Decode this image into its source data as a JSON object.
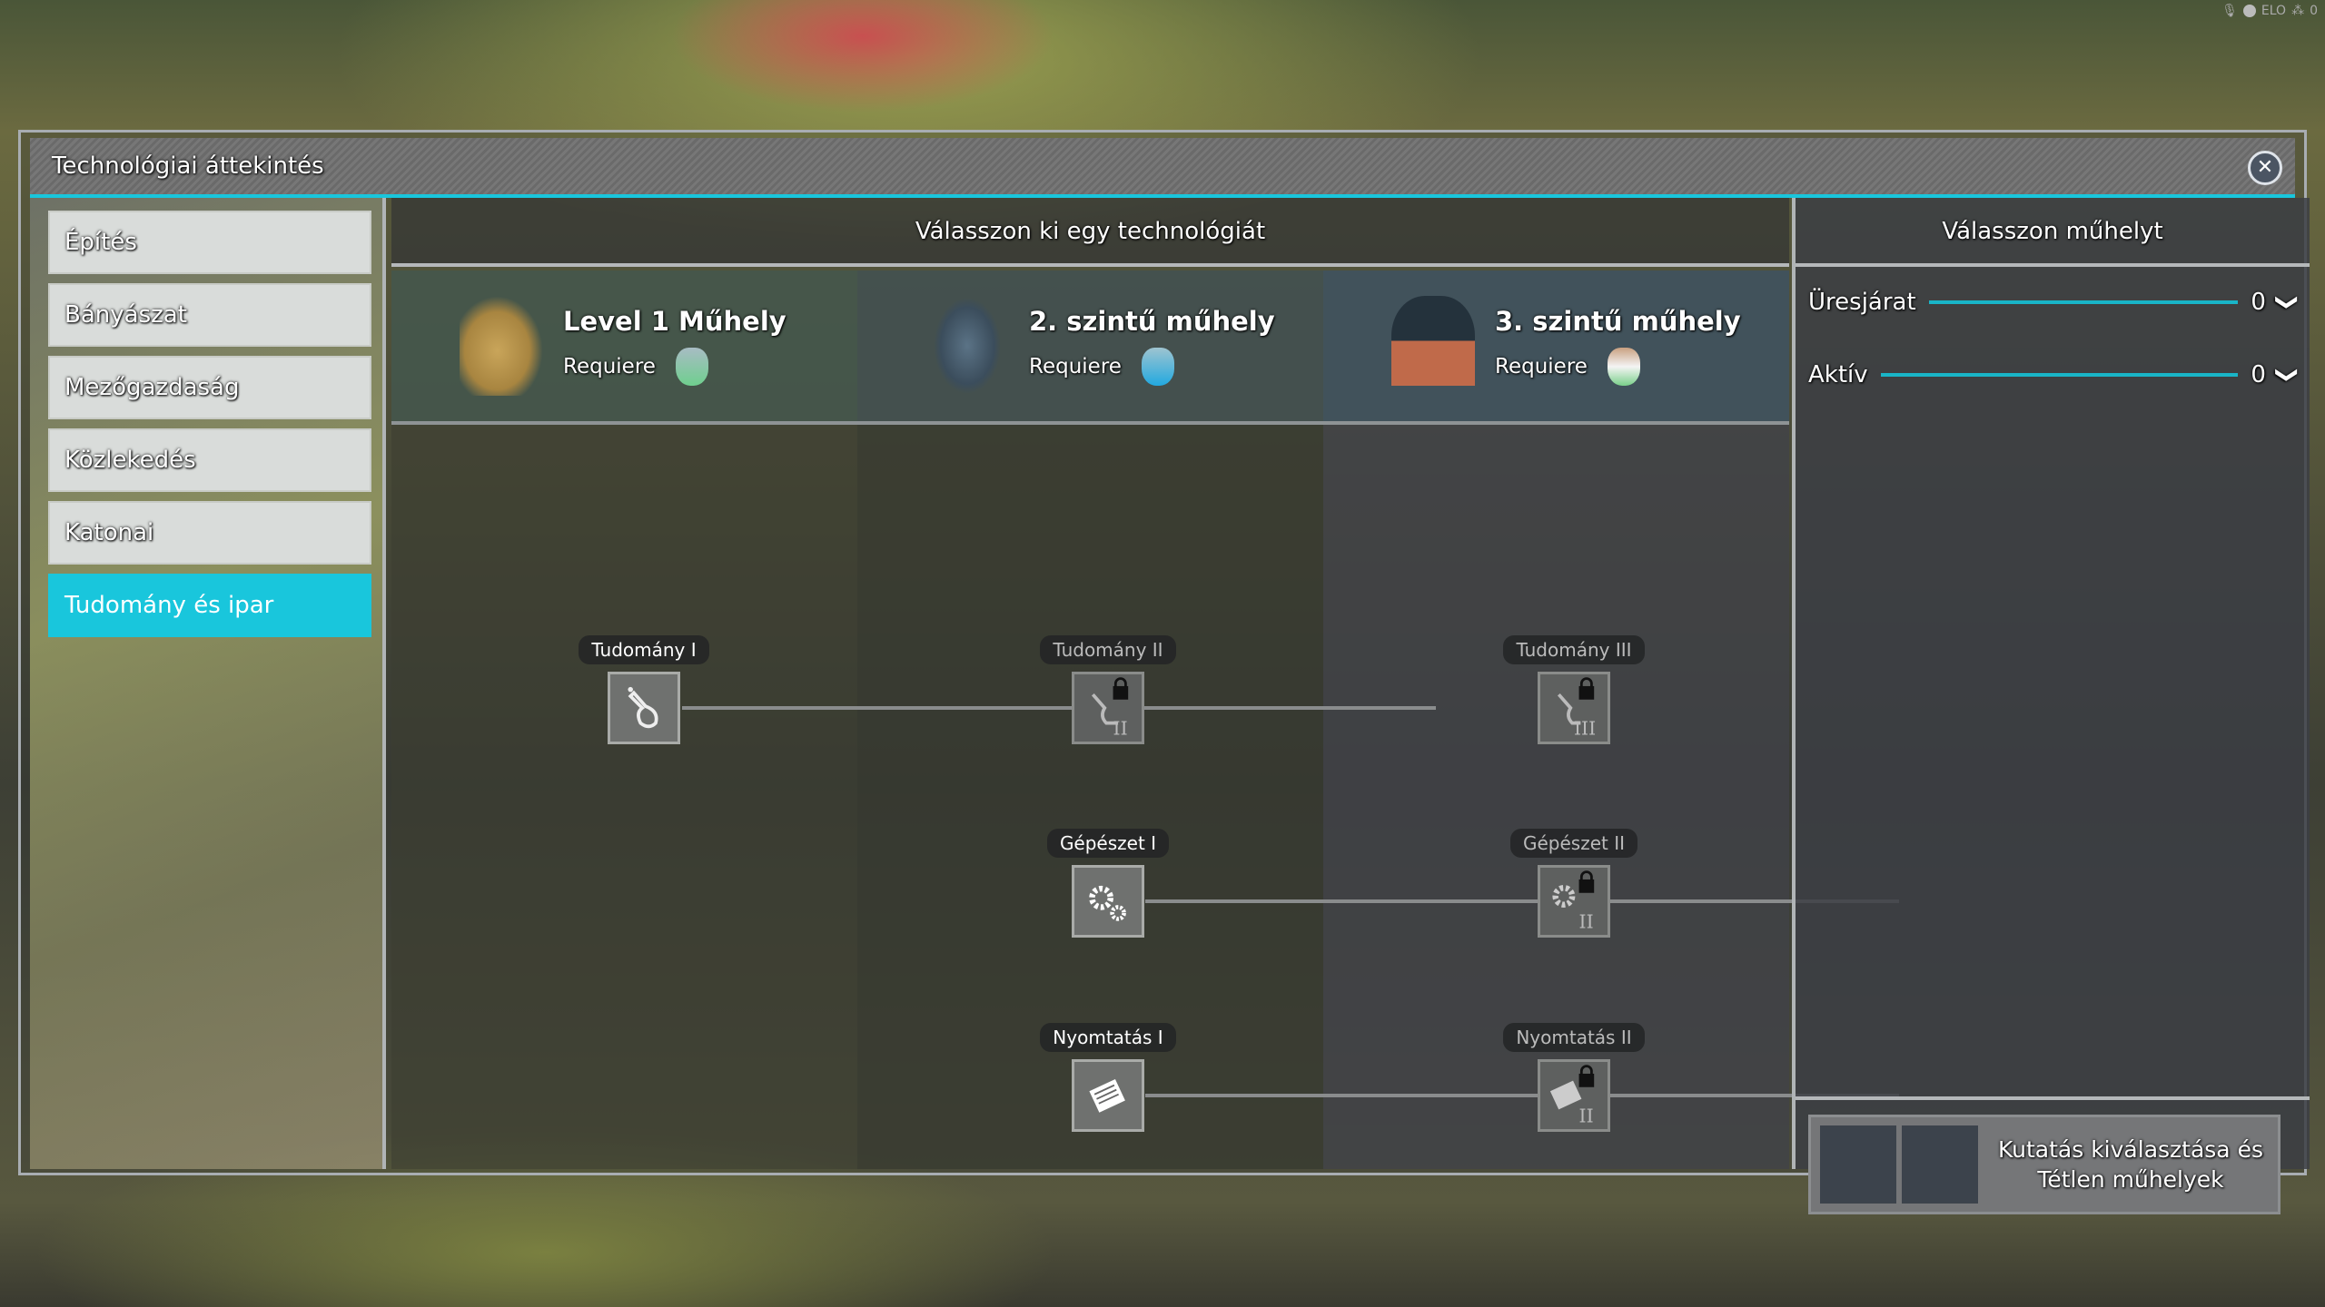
{
  "hud": {
    "label": "ELO",
    "count": "0"
  },
  "window": {
    "title": "Technológiai áttekintés"
  },
  "sidebar": {
    "items": [
      {
        "label": "Építés"
      },
      {
        "label": "Bányászat"
      },
      {
        "label": "Mezőgazdaság"
      },
      {
        "label": "Közlekedés"
      },
      {
        "label": "Katonai"
      },
      {
        "label": "Tudomány és ipar",
        "active": true
      }
    ]
  },
  "center": {
    "header": "Válasszon ki egy technológiát",
    "workshops": [
      {
        "name": "Level 1 Műhely",
        "req": "Requiere"
      },
      {
        "name": "2. szintű műhely",
        "req": "Requiere"
      },
      {
        "name": "3. szintű műhely",
        "req": "Requiere"
      }
    ],
    "nodes": {
      "t1": "Tudomány I",
      "t2": "Tudomány II",
      "t3": "Tudomány III",
      "g1": "Gépészet I",
      "g2": "Gépészet II",
      "n1": "Nyomtatás I",
      "n2": "Nyomtatás II"
    }
  },
  "right": {
    "header": "Válasszon műhelyt",
    "rows": [
      {
        "label": "Üresjárat",
        "value": "0"
      },
      {
        "label": "Aktív",
        "value": "0"
      }
    ],
    "button_line1": "Kutatás kiválasztása és",
    "button_line2": "Tétlen műhelyek"
  },
  "colors": {
    "accent": "#19c6dc"
  }
}
